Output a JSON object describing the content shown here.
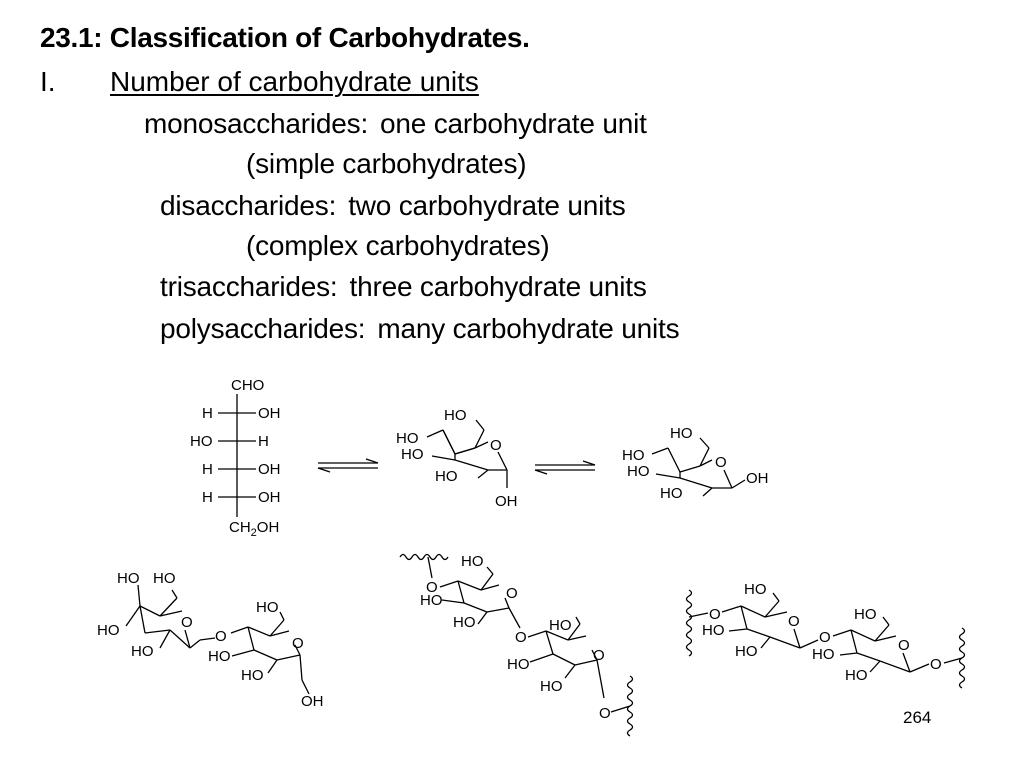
{
  "slide": {
    "title": "23.1: Classification of Carbohydrates.",
    "section": {
      "numeral": "I.",
      "heading": "Number of carbohydrate units"
    },
    "classes": [
      {
        "term": "monosaccharides:",
        "description": "one carbohydrate unit"
      },
      {
        "note": "(simple carbohydrates)"
      },
      {
        "term": "disaccharides:",
        "description": "two carbohydrate units"
      },
      {
        "note": "(complex carbohydrates)"
      },
      {
        "term": "trisaccharides:",
        "description": "three carbohydrate units"
      },
      {
        "term": "polysaccharides:",
        "description": "many carbohydrate units"
      }
    ],
    "page_number": "264"
  },
  "structures": {
    "fischer": {
      "top": "CHO",
      "rows": [
        {
          "left": "H",
          "right": "OH"
        },
        {
          "left": "HO",
          "right": "H"
        },
        {
          "left": "H",
          "right": "OH"
        },
        {
          "left": "H",
          "right": "OH"
        }
      ],
      "bottom_ch": "CH",
      "bottom_sub": "2",
      "bottom_oh": "OH"
    },
    "equilibrium_arrow_icon": "equilibrium-arrows",
    "alpha_pyranose": {
      "ch2oh": "HO",
      "c4_oh": "HO",
      "c3_oh": "HO",
      "c2_oh": "HO",
      "ring_o": "O",
      "anomeric_oh": "OH"
    },
    "beta_pyranose": {
      "ch2oh": "HO",
      "c4_oh": "HO",
      "c3_oh": "HO",
      "c2_oh": "HO",
      "ring_o": "O",
      "anomeric_oh": "OH"
    },
    "disaccharide": {
      "ring1_c4_oh": "HO",
      "ring1_ch2oh": "HO",
      "ring1_c3_oh": "HO",
      "ring1_c2_oh": "HO",
      "ring1_o": "O",
      "glycosidic_o": "O",
      "ring2_ch2oh": "HO",
      "ring2_c3_oh": "HO",
      "ring2_c2_oh": "HO",
      "ring2_o": "O",
      "anomeric_oh": "OH"
    },
    "amylose_fragment": {
      "link_o_top": "O",
      "ring1_ch2oh": "HO",
      "ring1_c3_oh": "HO",
      "ring1_c2_oh": "HO",
      "ring1_o": "O",
      "glycosidic_o": "O",
      "ring2_ch2oh": "HO",
      "ring2_c3_oh": "HO",
      "ring2_c2_oh": "HO",
      "ring2_o": "O",
      "link_o_bottom": "O"
    },
    "cellulose_fragment": {
      "link_o_left": "O",
      "ring1_ch2oh": "HO",
      "ring1_c3_oh": "HO",
      "ring1_c2_oh": "HO",
      "ring1_o": "O",
      "glycosidic_o": "O",
      "ring2_ch2oh": "HO",
      "ring2_c3_oh": "HO",
      "ring2_c2_oh": "HO",
      "ring2_o": "O",
      "link_o_right": "O"
    }
  }
}
